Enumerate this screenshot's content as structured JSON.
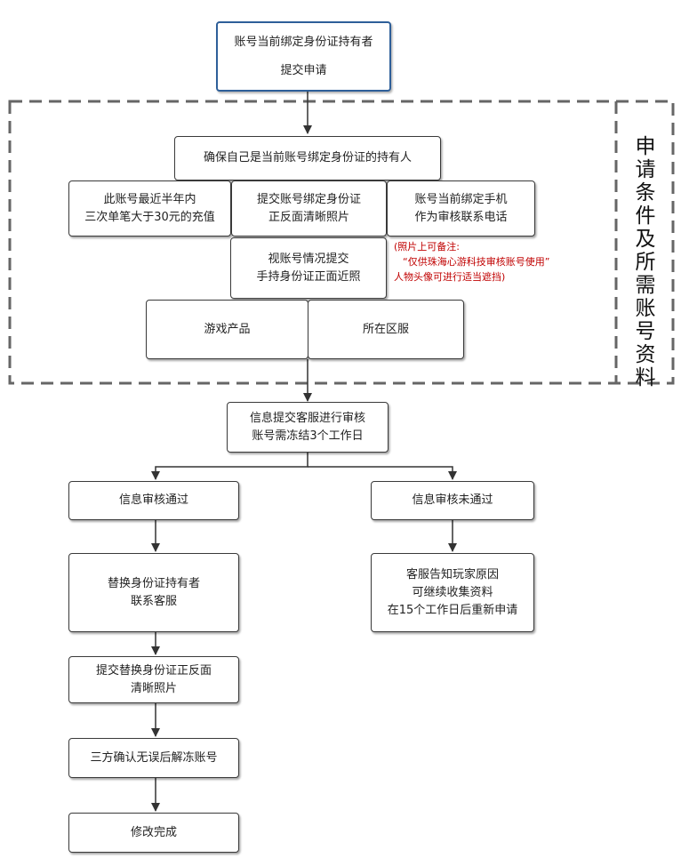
{
  "start": {
    "line1": "账号当前绑定身份证持有者",
    "line2": "提交申请"
  },
  "condition_header": "确保自己是当前账号绑定身份证的持有人",
  "cond_recharge": {
    "line1": "此账号最近半年内",
    "line2": "三次单笔大于30元的充值"
  },
  "cond_id_photo": {
    "line1": "提交账号绑定身份证",
    "line2": "正反面清晰照片"
  },
  "cond_phone": {
    "line1": "账号当前绑定手机",
    "line2": "作为审核联系电话"
  },
  "cond_hold_photo": {
    "line1": "视账号情况提交",
    "line2": "手持身份证正面近照"
  },
  "note": {
    "line1": "(照片上可备注:",
    "line2": "“仅供珠海心游科技审核账号使用”",
    "line3": "人物头像可进行适当遮挡)"
  },
  "cond_game": "游戏产品",
  "cond_region": "所在区服",
  "side_label": [
    "申",
    "请",
    "条",
    "件",
    "及",
    "所",
    "需",
    "账",
    "号",
    "资",
    "料"
  ],
  "review": {
    "line1": "信息提交客服进行审核",
    "line2": "账号需冻结3个工作日"
  },
  "pass": "信息审核通过",
  "fail": "信息审核未通过",
  "fail_notice": {
    "line1": "客服告知玩家原因",
    "line2": "可继续收集资料",
    "line3": "在15个工作日后重新申请"
  },
  "replace_holder": {
    "line1": "替换身份证持有者",
    "line2": "联系客服"
  },
  "submit_replace": {
    "line1": "提交替换身份证正反面",
    "line2": "清晰照片"
  },
  "unfreeze": "三方确认无误后解冻账号",
  "done": "修改完成"
}
